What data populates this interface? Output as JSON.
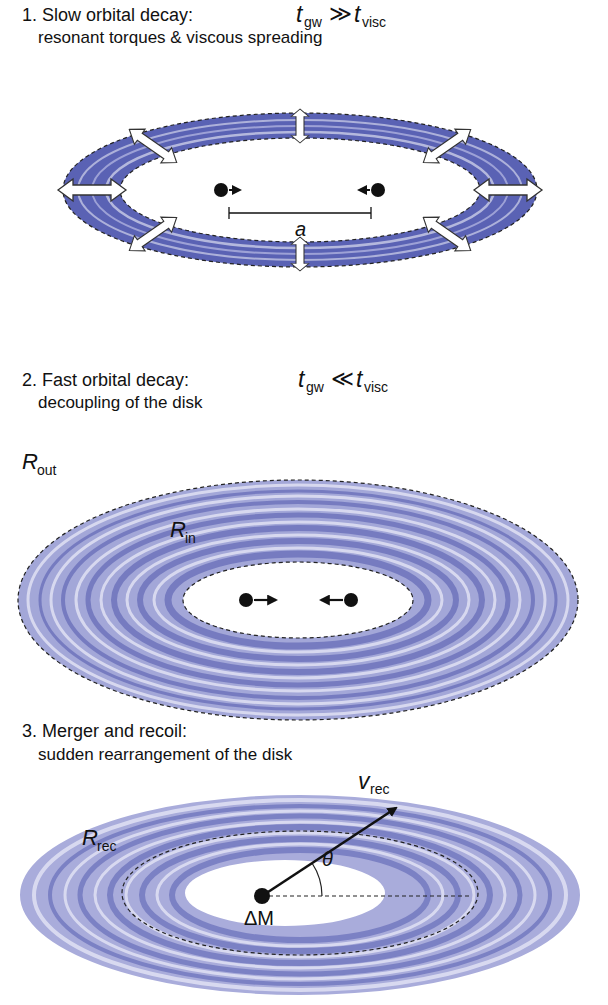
{
  "diagram": {
    "labels": [
      "1. Slow orbital decay:",
      "t",
      "gw",
      "≫",
      "t",
      "visc",
      "resonant torques & viscous spreading",
      "a",
      "2. Fast orbital decay:",
      "t",
      "gw",
      "≪",
      "t",
      "visc",
      "decoupling of the disk",
      "R",
      "out",
      "R",
      "in",
      "3. Merger and recoil:",
      "sudden rearrangement of the disk",
      "v",
      "rec",
      "θ",
      "R",
      "rec",
      "ΔM"
    ]
  }
}
